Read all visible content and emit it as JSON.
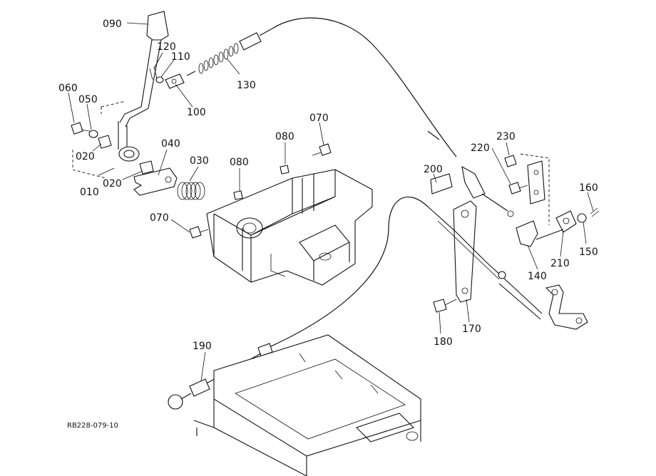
{
  "parts": [
    {
      "id": "p090",
      "label": "090"
    },
    {
      "id": "p120",
      "label": "120"
    },
    {
      "id": "p110",
      "label": "110"
    },
    {
      "id": "p130",
      "label": "130"
    },
    {
      "id": "p100",
      "label": "100"
    },
    {
      "id": "p060",
      "label": "060"
    },
    {
      "id": "p050",
      "label": "050"
    },
    {
      "id": "p020a",
      "label": "020"
    },
    {
      "id": "p010",
      "label": "010"
    },
    {
      "id": "p020b",
      "label": "020"
    },
    {
      "id": "p040",
      "label": "040"
    },
    {
      "id": "p030",
      "label": "030"
    },
    {
      "id": "p080a",
      "label": "080"
    },
    {
      "id": "p080b",
      "label": "080"
    },
    {
      "id": "p070a",
      "label": "070"
    },
    {
      "id": "p070b",
      "label": "070"
    },
    {
      "id": "p200",
      "label": "200"
    },
    {
      "id": "p230",
      "label": "230"
    },
    {
      "id": "p220",
      "label": "220"
    },
    {
      "id": "p160",
      "label": "160"
    },
    {
      "id": "p150",
      "label": "150"
    },
    {
      "id": "p210",
      "label": "210"
    },
    {
      "id": "p140",
      "label": "140"
    },
    {
      "id": "p170",
      "label": "170"
    },
    {
      "id": "p180",
      "label": "180"
    },
    {
      "id": "p190",
      "label": "190"
    }
  ],
  "drawing_code": "RB228-079-10"
}
